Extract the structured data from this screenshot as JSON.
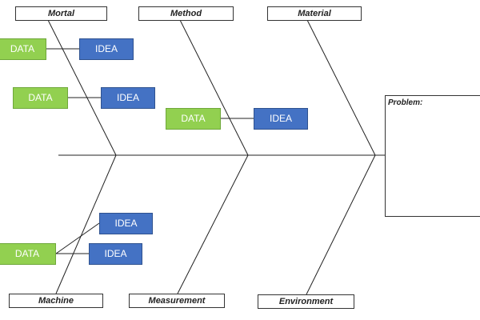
{
  "categories": {
    "mortal": "Mortal",
    "method": "Method",
    "material": "Material",
    "machine": "Machine",
    "measurement": "Measurement",
    "environment": "Environment"
  },
  "problem": {
    "label": "Problem:"
  },
  "nodes": {
    "data_label": "DATA",
    "idea_label": "IDEA"
  },
  "colors": {
    "data_fill": "#92d050",
    "idea_fill": "#4472c4",
    "line": "#222222"
  }
}
